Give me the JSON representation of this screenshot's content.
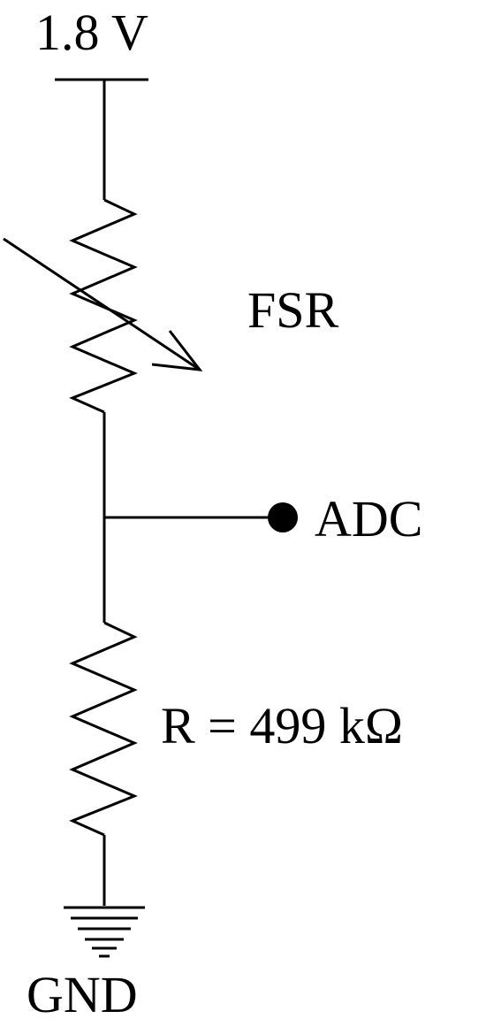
{
  "labels": {
    "supply": "1.8 V",
    "fsr": "FSR",
    "adc": "ADC",
    "resistor": "R = 499 kΩ",
    "ground": "GND"
  },
  "components": {
    "supply_rail": "supply-bar",
    "sensor": "force-sensing-resistor",
    "output_node": "adc-terminal-dot",
    "fixed_resistor": "resistor",
    "ground": "ground-symbol"
  },
  "colors": {
    "line": "#000000",
    "background": "#ffffff"
  }
}
